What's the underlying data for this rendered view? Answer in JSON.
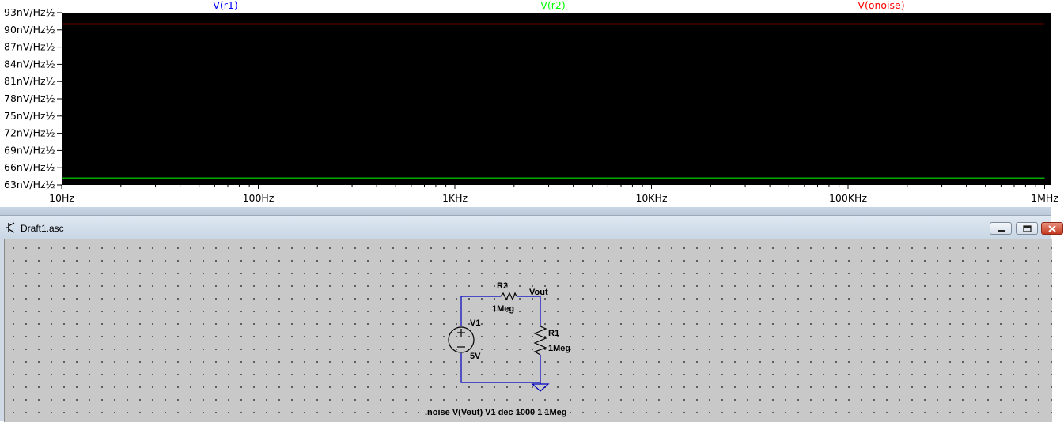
{
  "plot": {
    "traces": [
      {
        "name": "V(r1)",
        "color": "#0000ff"
      },
      {
        "name": "V(r2)",
        "color": "#00ff00"
      },
      {
        "name": "V(onoise)",
        "color": "#ff0000"
      }
    ],
    "y_ticks": [
      "93nV/Hz½",
      "90nV/Hz½",
      "87nV/Hz½",
      "84nV/Hz½",
      "81nV/Hz½",
      "78nV/Hz½",
      "75nV/Hz½",
      "72nV/Hz½",
      "69nV/Hz½",
      "66nV/Hz½",
      "63nV/Hz½"
    ],
    "x_ticks": [
      "10Hz",
      "100Hz",
      "1KHz",
      "10KHz",
      "100KHz",
      "1MHz"
    ]
  },
  "chart_data": {
    "type": "line",
    "xlabel": "",
    "ylabel": "",
    "x_scale": "log",
    "xlim_hz": [
      10,
      1000000
    ],
    "ylim_nV_per_rtHz": [
      63,
      93
    ],
    "series": [
      {
        "name": "V(onoise)",
        "color": "#cc0000",
        "x": [
          10,
          1000000
        ],
        "y": [
          91.0,
          91.0
        ]
      },
      {
        "name": "V(r2)",
        "color": "#00aa00",
        "x": [
          10,
          1000000
        ],
        "y": [
          64.2,
          64.2
        ]
      }
    ]
  },
  "schematic": {
    "window_title": "Draft1.asc",
    "labels": {
      "r2_name": "R2",
      "r2_value": "1Meg",
      "vout": "Vout",
      "r1_name": "R1",
      "r1_value": "1Meg",
      "v1_name": "V1",
      "v1_value": "5V"
    },
    "directive": ".noise V(Vout) V1 dec 1000 1 1Meg",
    "wire_color": "#0000c0"
  }
}
